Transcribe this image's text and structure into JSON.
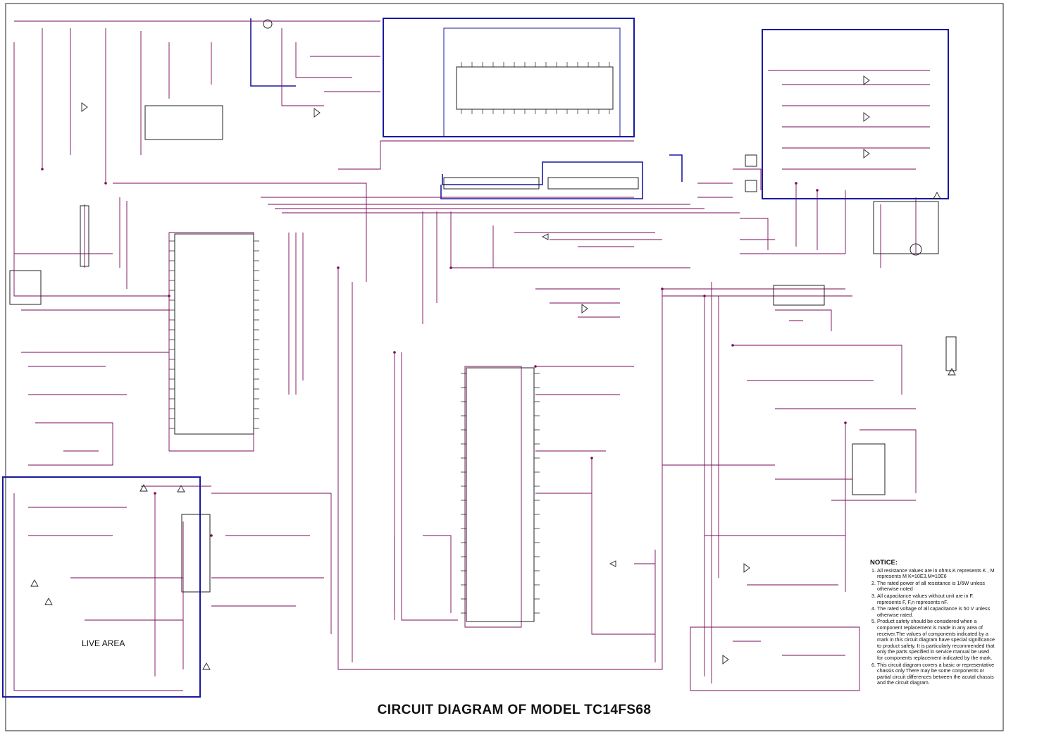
{
  "title": "CIRCUIT DIAGRAM OF MODEL TC14FS68",
  "live_area_label": "LIVE AREA",
  "notice": {
    "heading": "NOTICE:",
    "items": [
      "All resistance values are in ohms.K represents K , M represents M  K=10E3,M=10E6",
      "The rated power of all resistance is 1/6W unless otherwise noted",
      "All capacitance values  without unit are in F.  represents F, F,n represents nF.",
      "The rated voltage of all capacitance is 50 V unless  otherwise rated.",
      "Product safety should be considered when a component replacement is made in any area of receiver.The values of components indicated by a mark in this circuit diagram have special significance to product safety. It is particularly recommended that only the parts specified in service manual be used for components replacement indicated by the mark.",
      "This circuit diagram covers a basic or representative chassis only.There may be some conponents or partial circuit differences between the acutal chassis and the circuit diagram."
    ]
  },
  "colors": {
    "frame": "#222222",
    "block_outline": "#1a1a9e",
    "wire": "#7a0a5a",
    "component": "#222222",
    "text": "#111111"
  }
}
